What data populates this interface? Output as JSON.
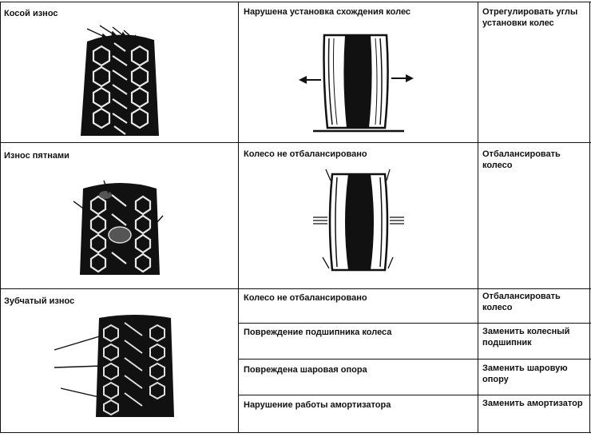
{
  "rows": [
    {
      "wear": "Косой износ",
      "causes": [
        {
          "cause": "Нарушена установка схождения колес",
          "remedy": "Отрегулировать углы установки колес"
        }
      ]
    },
    {
      "wear": "Износ пятнами",
      "causes": [
        {
          "cause": "Колесо не отбалансировано",
          "remedy": "Отбалансировать колесо"
        }
      ]
    },
    {
      "wear": "Зубчатый износ",
      "causes": [
        {
          "cause": "Колесо не отбалансировано",
          "remedy": "Отбалансировать колесо"
        },
        {
          "cause": "Повреждение подшипника колеса",
          "remedy": "Заменить колесный подшипник"
        },
        {
          "cause": "Повреждена шаровая опора",
          "remedy": "Заменить шаровую опору"
        },
        {
          "cause": "Нарушение работы амортизатора",
          "remedy": "Заменить амортизатор"
        }
      ]
    }
  ]
}
